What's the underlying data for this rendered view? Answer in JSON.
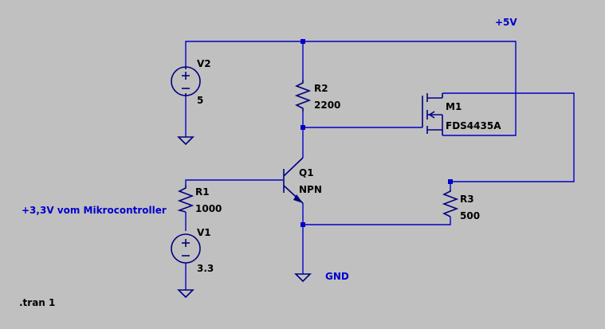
{
  "net_labels": {
    "supply": "+5V",
    "input": "+3,3V vom Mikrocontroller",
    "ground": "GND"
  },
  "components": {
    "v2": {
      "name": "V2",
      "value": "5"
    },
    "v1": {
      "name": "V1",
      "value": "3.3"
    },
    "r2": {
      "name": "R2",
      "value": "2200"
    },
    "r1": {
      "name": "R1",
      "value": "1000"
    },
    "r3": {
      "name": "R3",
      "value": "500"
    },
    "q1": {
      "name": "Q1",
      "value": "NPN"
    },
    "m1": {
      "name": "M1",
      "value": "FDS4435A"
    }
  },
  "directive": ".tran 1",
  "colors": {
    "background": "#c0c0c0",
    "wire": "#0000c8",
    "net_label": "#0000cc",
    "component_text": "#000000"
  }
}
